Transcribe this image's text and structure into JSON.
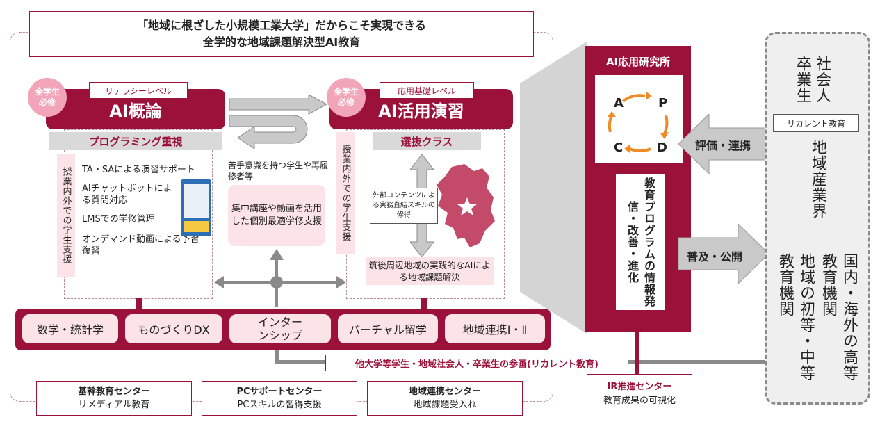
{
  "colors": {
    "maroon": "#9c1139",
    "pink": "#fbe3e8",
    "pink_badge": "#f2a5b8",
    "grey_arrow": "#c9c9c9",
    "grey_box": "#efefef",
    "orange": "#f08a24"
  },
  "header": {
    "line1": "「地域に根ざした小規模工業大学」だからこそ実現できる",
    "line2": "全学的な地域課題解決型AI教育"
  },
  "left_course": {
    "badge": "全学生\n必修",
    "level": "リテラシーレベル",
    "title": "AI概論",
    "subtitle": "プログラミング重視",
    "vertical": "授業内外での学生支援",
    "items": [
      "TA・SAによる演習サポート",
      "AIチャットボットによる質問対応",
      "LMSでの学修管理",
      "オンデマンド動画による予習復習"
    ]
  },
  "middle": {
    "note": "苦手意識を持つ学生や再履修者等",
    "box": "集中講座や動画を活用した個別最適学修支援"
  },
  "right_course": {
    "badge": "全学生\n必修",
    "level": "応用基礎レベル",
    "title": "AI活用演習",
    "subtitle": "選抜クラス",
    "vertical": "授業内外での学生支援",
    "contents": "外部コンテンツによる実務直結スキルの修得",
    "bottom": "筑後周辺地域の実践的なAIによる地域課題解決"
  },
  "bar_items": [
    "数学・統計学",
    "ものづくりDX",
    "インターンシップ",
    "バーチャル留学",
    "地域連携Ⅰ・Ⅱ"
  ],
  "participation": "他大学等学生・地域社会人・卒業生の参画(リカレント教育)",
  "centers": [
    {
      "name": "基幹教育センター",
      "desc": "リメディアル教育"
    },
    {
      "name": "PCサポートセンター",
      "desc": "PCスキルの習得支援"
    },
    {
      "name": "地域連携センター",
      "desc": "地域課題受入れ"
    }
  ],
  "ir_center": {
    "name": "IR推進センター",
    "desc": "教育成果の可視化"
  },
  "institute": {
    "title": "AI応用研究所",
    "pdca": [
      "A",
      "P",
      "C",
      "D"
    ],
    "vertical": "教育プログラムの情報発信・改善・進化"
  },
  "arrows": {
    "evaluate": "評価・連携",
    "spread": "普及・公開"
  },
  "right_panel": {
    "top": "社会人卒業生",
    "recurrent": "リカレント教育",
    "industry": "地域産業界",
    "edu1": "国内・海外の高等教育機関",
    "edu2": "地域の初等・中等教育機関"
  }
}
